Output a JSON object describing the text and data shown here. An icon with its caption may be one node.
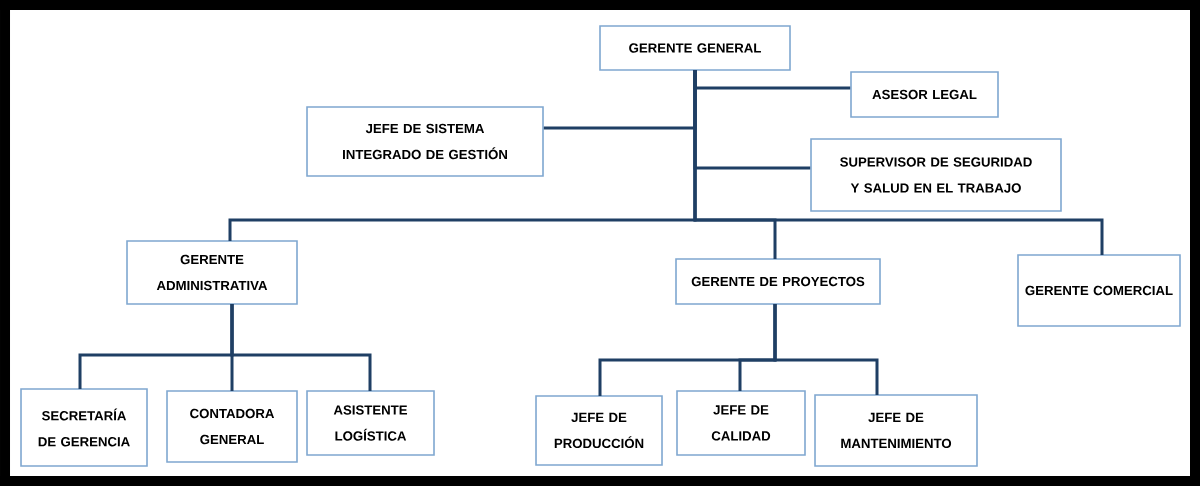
{
  "diagram": {
    "nodes": [
      {
        "text": [
          "GERENTE GENERAL"
        ]
      },
      {
        "text": [
          "ASESOR LEGAL"
        ]
      },
      {
        "text": [
          "JEFE DE SISTEMA INTEGRADO DE GESTIÓN"
        ]
      },
      {
        "text": [
          "SUPERVISOR DE SEGURIDAD Y SALUD EN EL TRABAJO"
        ]
      },
      {
        "text": [
          "GERENTE ADMINISTRATIVA"
        ]
      },
      {
        "text": [
          "GERENTE DE PROYECTOS"
        ]
      },
      {
        "text": [
          "GERENTE COMERCIAL"
        ]
      },
      {
        "text": [
          "SECRETARÍA DE GERENCIA"
        ]
      },
      {
        "text": [
          "CONTADORA GENERAL"
        ]
      },
      {
        "text": [
          "ASISTENTE LOGÍSTICA"
        ]
      },
      {
        "text": [
          "JEFE DE PRODUCCIÓN"
        ]
      },
      {
        "text": [
          "JEFE DE CALIDAD"
        ]
      },
      {
        "text": [
          "JEFE DE MANTENIMIENTO"
        ]
      }
    ],
    "edges": [
      {
        "from": 0,
        "to": 1,
        "arrow": "none"
      },
      {
        "from": 0,
        "to": 2,
        "arrow": "none"
      },
      {
        "from": 0,
        "to": 3,
        "arrow": "none"
      },
      {
        "from": 0,
        "to": 4,
        "arrow": "none"
      },
      {
        "from": 0,
        "to": 5,
        "arrow": "none"
      },
      {
        "from": 0,
        "to": 6,
        "arrow": "none"
      },
      {
        "from": 4,
        "to": 7,
        "arrow": "none"
      },
      {
        "from": 4,
        "to": 8,
        "arrow": "none"
      },
      {
        "from": 4,
        "to": 9,
        "arrow": "none"
      },
      {
        "from": 5,
        "to": 10,
        "arrow": "none"
      },
      {
        "from": 5,
        "to": 11,
        "arrow": "none"
      },
      {
        "from": 5,
        "to": 12,
        "arrow": "none"
      }
    ]
  }
}
